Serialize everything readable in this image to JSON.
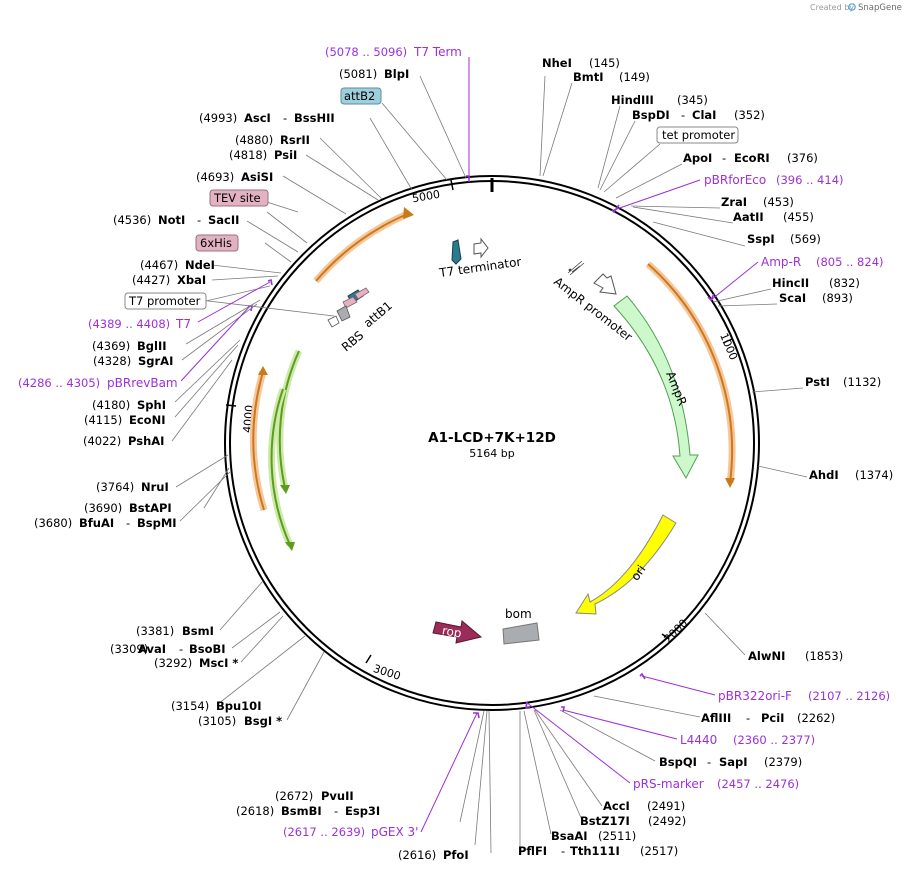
{
  "app": {
    "credit": "Created by",
    "brand": "SnapGene"
  },
  "plasmid": {
    "name": "A1-LCD+7K+12D",
    "length": "5164 bp"
  },
  "ticks": [
    "5000",
    "1000",
    "2000",
    "3000",
    "4000"
  ],
  "sites": [
    {
      "pos": "(145)",
      "name": "NheI"
    },
    {
      "pos": "(149)",
      "name": "BmtI"
    },
    {
      "pos": "(345)",
      "name": "HindIII"
    },
    {
      "pos": "(352)",
      "name": "BspDI",
      "name2": "ClaI"
    },
    {
      "pos": "(376)",
      "name": "ApoI",
      "name2": "EcoRI"
    },
    {
      "pos": "(453)",
      "name": "ZraI"
    },
    {
      "pos": "(455)",
      "name": "AatII"
    },
    {
      "pos": "(569)",
      "name": "SspI"
    },
    {
      "pos": "(832)",
      "name": "HincII"
    },
    {
      "pos": "(893)",
      "name": "ScaI"
    },
    {
      "pos": "(1132)",
      "name": "PstI"
    },
    {
      "pos": "(1374)",
      "name": "AhdI"
    },
    {
      "pos": "(1853)",
      "name": "AlwNI"
    },
    {
      "pos": "(2262)",
      "name": "AflIII",
      "name2": "PciI"
    },
    {
      "pos": "(2379)",
      "name": "BspQI",
      "name2": "SapI"
    },
    {
      "pos": "(2491)",
      "name": "AccI"
    },
    {
      "pos": "(2492)",
      "name": "BstZ17I"
    },
    {
      "pos": "(2511)",
      "name": "BsaAI"
    },
    {
      "pos": "(2517)",
      "name": "PflFI",
      "name2": "Tth111I"
    },
    {
      "pos": "(2616)",
      "name": "PfoI"
    },
    {
      "pos": "(2618)",
      "name": "BsmBI",
      "name2": "Esp3I"
    },
    {
      "pos": "(2672)",
      "name": "PvuII"
    },
    {
      "pos": "(3105)",
      "name": "BsgI *"
    },
    {
      "pos": "(3154)",
      "name": "Bpu10I"
    },
    {
      "pos": "(3292)",
      "name": "MscI *"
    },
    {
      "pos": "(3309)",
      "name": "AvaI",
      "name2": "BsoBI"
    },
    {
      "pos": "(3381)",
      "name": "BsmI"
    },
    {
      "pos": "(3680)",
      "name": "BfuAI",
      "name2": "BspMI"
    },
    {
      "pos": "(3690)",
      "name": "BstAPI"
    },
    {
      "pos": "(3764)",
      "name": "NruI"
    },
    {
      "pos": "(4022)",
      "name": "PshAI"
    },
    {
      "pos": "(4115)",
      "name": "EcoNI"
    },
    {
      "pos": "(4180)",
      "name": "SphI"
    },
    {
      "pos": "(4328)",
      "name": "SgrAI"
    },
    {
      "pos": "(4369)",
      "name": "BglII"
    },
    {
      "pos": "(4427)",
      "name": "XbaI"
    },
    {
      "pos": "(4467)",
      "name": "NdeI"
    },
    {
      "pos": "(4536)",
      "name": "NotI",
      "name2": "SacII"
    },
    {
      "pos": "(4693)",
      "name": "AsiSI"
    },
    {
      "pos": "(4818)",
      "name": "PsiI"
    },
    {
      "pos": "(4880)",
      "name": "RsrII"
    },
    {
      "pos": "(4993)",
      "name": "AscI",
      "name2": "BssHII"
    },
    {
      "pos": "(5081)",
      "name": "BlpI"
    }
  ],
  "primers": [
    {
      "range": "(5078 .. 5096)",
      "name": "T7 Term"
    },
    {
      "range": "(396 .. 414)",
      "name": "pBRforEco"
    },
    {
      "range": "(805 .. 824)",
      "name": "Amp-R"
    },
    {
      "range": "(2107 .. 2126)",
      "name": "pBR322ori-F"
    },
    {
      "range": "(2360 .. 2377)",
      "name": "L4440"
    },
    {
      "range": "(2457 .. 2476)",
      "name": "pRS-marker"
    },
    {
      "range": "(2617 .. 2639)",
      "name": "pGEX 3'"
    },
    {
      "range": "(4286 .. 4305)",
      "name": "pBRrevBam"
    },
    {
      "range": "(4389 .. 4408)",
      "name": "T7"
    }
  ],
  "boxed": {
    "attB2": "attB2",
    "tet": "tet promoter",
    "tev": "TEV site",
    "his": "6xHis",
    "t7p": "T7 promoter"
  },
  "features": {
    "t7term": "T7 terminator",
    "ampr_promoter": "AmpR promoter",
    "ampr": "AmpR",
    "ori": "ori",
    "bom": "bom",
    "rop": "rop",
    "rbs": "RBS",
    "attb1": "attB1"
  },
  "colors": {
    "primer": "#9b30d9",
    "ampr": "#ccf8cc",
    "ori": "#ffff00",
    "rop": "#9b2c5a",
    "bom": "#a9adb2",
    "attB2": "#9dcfdc",
    "tev": "#e2b2c2",
    "orange": "#f5a623",
    "green": "#88c540"
  }
}
